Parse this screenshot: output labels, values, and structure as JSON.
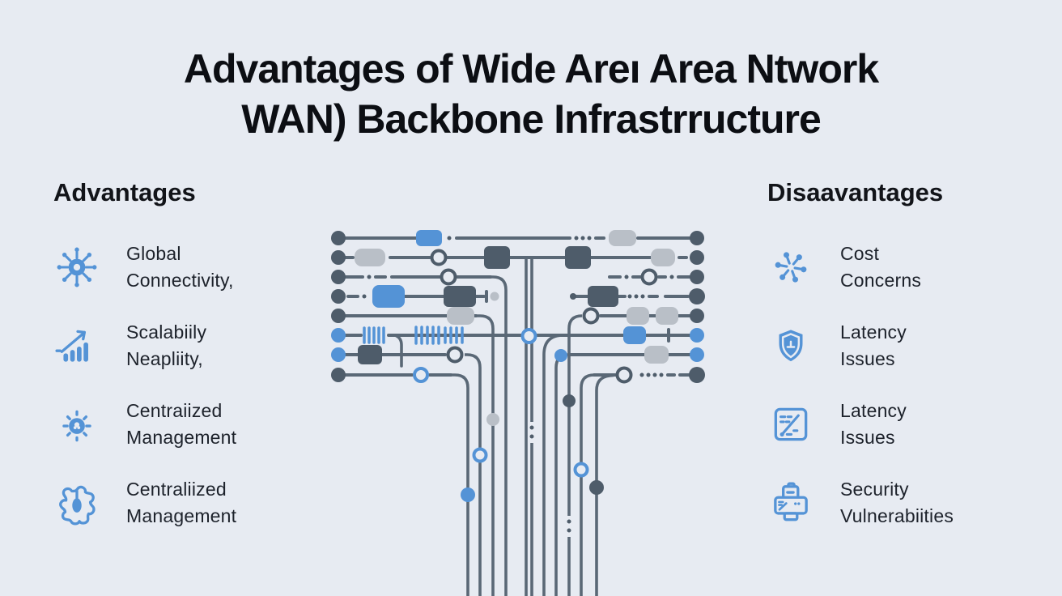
{
  "title": {
    "line1": "Advantages of Wide Areı Area Ntwork",
    "line2": "WAN) Backbone Infrastrructure"
  },
  "advantages": {
    "heading": "Advantages",
    "items": [
      {
        "icon": "network-hub-icon",
        "line1": "Global",
        "line2": "Connectivity,"
      },
      {
        "icon": "growth-chart-icon",
        "line1": "Scalabiily",
        "line2": "Neapliity,"
      },
      {
        "icon": "lightbulb-icon",
        "line1": "Centraiized",
        "line2": "Management"
      },
      {
        "icon": "puzzle-icon",
        "line1": "Centraliized",
        "line2": "Management"
      }
    ]
  },
  "disadvantages": {
    "heading": "Disaavantages",
    "items": [
      {
        "icon": "molecule-icon",
        "line1": "Cost",
        "line2": "Concerns"
      },
      {
        "icon": "shield-icon",
        "line1": "Latency",
        "line2": "Issues"
      },
      {
        "icon": "document-check-icon",
        "line1": "Latency",
        "line2": "Issues"
      },
      {
        "icon": "printer-icon",
        "line1": "Security",
        "line2": "Vulnerabiities"
      }
    ]
  },
  "illustration": {
    "name": "wan-backbone-circuit-diagram"
  },
  "colors": {
    "background": "#e7ebf2",
    "text": "#14161c",
    "line": "#5a6876",
    "node_dark": "#4e5c6a",
    "accent_blue": "#5493d6",
    "chip_gray": "#b9bfc7"
  }
}
